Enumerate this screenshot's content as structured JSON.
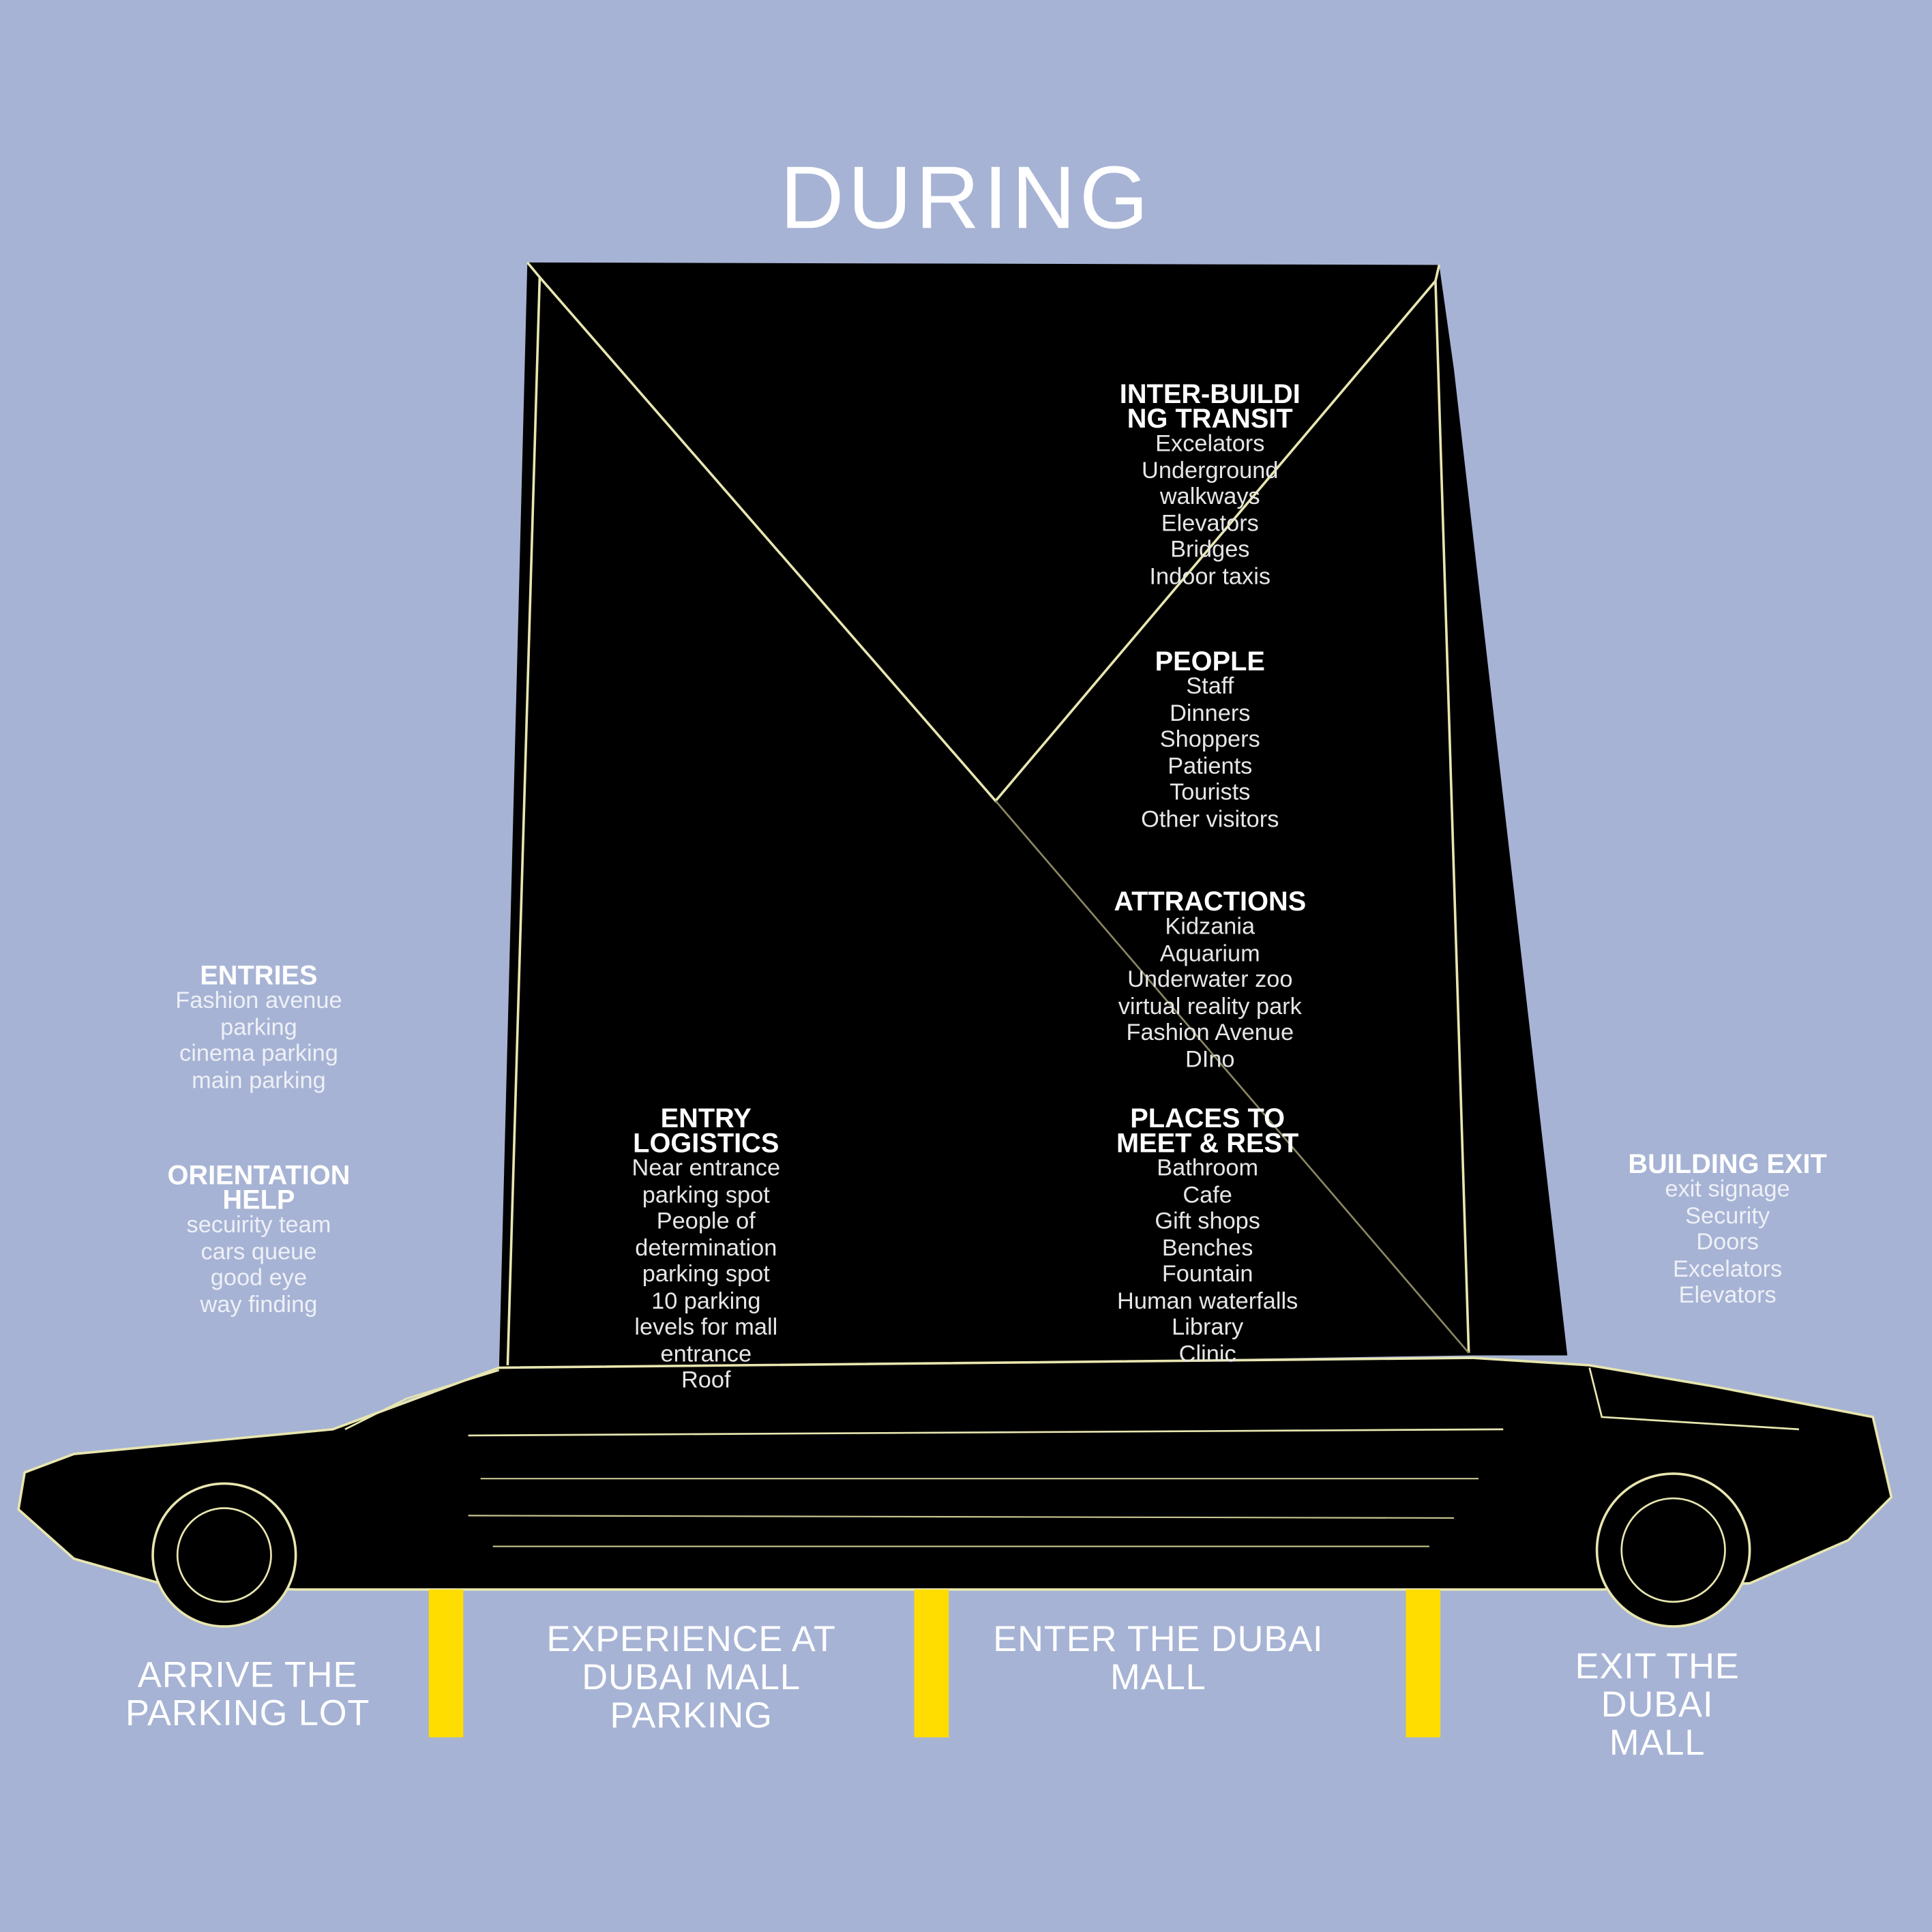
{
  "title": "DURING",
  "colors": {
    "background": "#a6b3d4",
    "divider": "#ffdd00",
    "outline": "#e8e6b0"
  },
  "outside_blocks": {
    "entries": {
      "heading": "ENTRIES",
      "items": [
        "Fashion avenue",
        "parking",
        "cinema parking",
        "main parking"
      ]
    },
    "orientation": {
      "heading": "ORIENTATION\nHELP",
      "items": [
        "secuirity team",
        "cars queue",
        "good eye",
        "way finding"
      ]
    },
    "building_exit": {
      "heading": "BUILDING EXIT",
      "items": [
        "exit signage",
        "Security",
        "Doors",
        "Excelators",
        "Elevators"
      ]
    }
  },
  "inside_blocks": {
    "transit": {
      "heading": "INTER-BUILDI\nNG TRANSIT",
      "items": [
        "Excelators",
        "Underground",
        "walkways",
        "Elevators",
        "Bridges",
        "Indoor taxis"
      ]
    },
    "people": {
      "heading": "PEOPLE",
      "items": [
        "Staff",
        "Dinners",
        "Shoppers",
        "Patients",
        "Tourists",
        "Other visitors"
      ]
    },
    "attractions": {
      "heading": "ATTRACTIONS",
      "items": [
        "Kidzania",
        "Aquarium",
        "Underwater zoo",
        "virtual reality park",
        "Fashion Avenue",
        "DIno"
      ]
    },
    "places": {
      "heading": "PLACES TO\nMEET & REST",
      "items": [
        "Bathroom",
        "Cafe",
        "Gift shops",
        "Benches",
        "Fountain",
        "Human waterfalls",
        "Library",
        "Clinic"
      ]
    },
    "entry_logistics": {
      "heading": "ENTRY\nLOGISTICS",
      "items": [
        "Near entrance",
        "parking spot",
        "People of",
        "determination",
        "parking spot",
        "10 parking",
        "levels for mall",
        "entrance",
        "Roof"
      ]
    }
  },
  "stages": [
    "ARRIVE THE\nPARKING LOT",
    "EXPERIENCE AT\nDUBAI MALL\nPARKING",
    "ENTER THE DUBAI\nMALL",
    "EXIT  THE DUBAI\nMALL"
  ]
}
